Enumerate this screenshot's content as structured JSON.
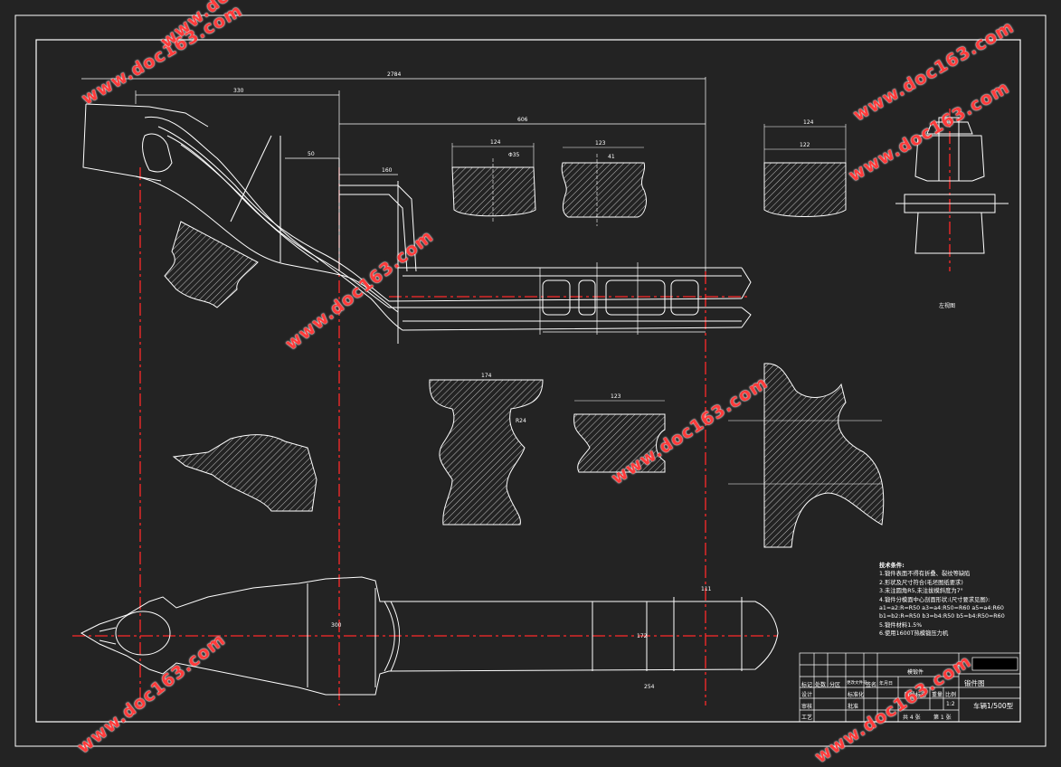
{
  "drawing": {
    "view_label": "左视图",
    "dimensions": {
      "overall_top": "2784",
      "top_330": "330",
      "top_606": "606",
      "top_50": "50",
      "top_160": "160",
      "sec1_w": "124",
      "sec1_in": "Φ35",
      "sec2_w": "123",
      "sec2_in": "41",
      "sec3_w": "124",
      "sec3_in": "122",
      "mid_w1": "174",
      "mid_w2": "123",
      "mid_r": "R24",
      "bottom_300": "300",
      "bottom_254": "254",
      "bottom_111": "111",
      "bottom_172": "172"
    }
  },
  "technical_notes": {
    "title": "技术条件:",
    "items": [
      "1.锻件表面不得有折叠、裂纹等缺陷",
      "2.形状及尺寸符合(毛坯图纸要求)",
      "3.未注圆角R5,未注拔模斜度为7°",
      "4.锻件分模面中心剖面形状:(尺寸要求见图):",
      "  a1=a2:R=R50 a3=a4:R50=R60 a5=a4:R60",
      "  b1=b2:R=R50 b3=b4:R50 b5=b4:R50=R60",
      "5.锻件材料1.5%",
      "6.使用1600T热模锻压力机"
    ]
  },
  "title_block": {
    "part_name": "模锻件",
    "drawing_title": "锻件图",
    "project": "车辆1/500型",
    "row_labels": [
      "标记",
      "处数",
      "分区",
      "更改文件号",
      "签名",
      "年月日"
    ],
    "left_labels": [
      "设计",
      "审核",
      "工艺"
    ],
    "mid_labels": [
      "标准化",
      "批准"
    ],
    "stage_label": "阶段标记",
    "weight_label": "重量",
    "scale_label": "比例",
    "scale_value": "1:2",
    "sheets": "共 4 张",
    "sheet_no": "第 1 张"
  },
  "watermarks": [
    "www.doc163.com",
    "www.doc163.com",
    "www.doc163.com",
    "www.doc163.com",
    "www.doc163.com",
    "www.doc163.com",
    "www.doc163.com",
    "www.doc163.com"
  ],
  "colors": {
    "background": "#232323",
    "line": "#ffffff",
    "centerline": "#ff2a2a",
    "watermark": "#ff3b3b"
  }
}
